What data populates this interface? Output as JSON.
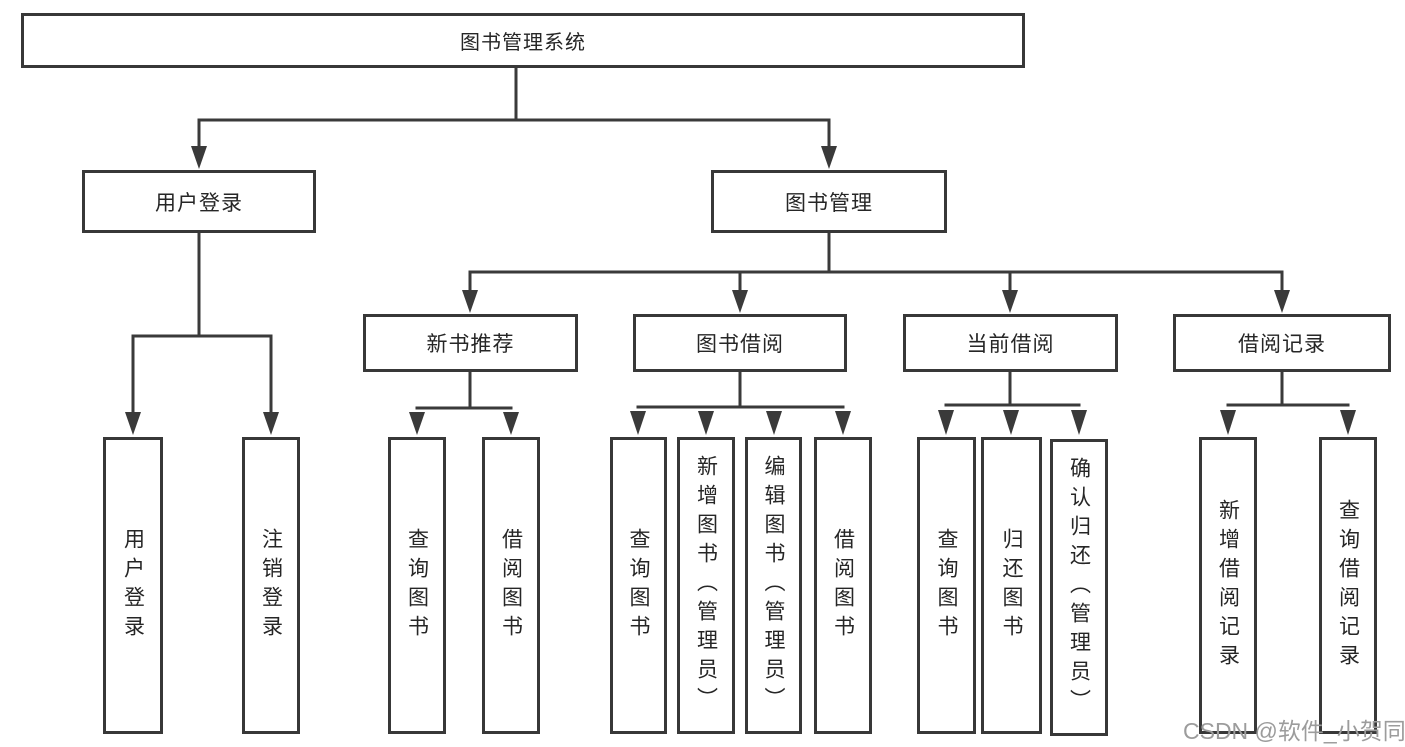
{
  "diagram_type": "tree",
  "nodes": {
    "root": "图书管理系统",
    "user_login": "用户登录",
    "book_management": "图书管理",
    "new_book_recommend": "新书推荐",
    "book_borrow": "图书借阅",
    "current_borrow": "当前借阅",
    "borrow_records": "借阅记录",
    "leaf_user_login": "用户登录",
    "leaf_logout": "注销登录",
    "nb_query_books": "查询图书",
    "nb_borrow_books": "借阅图书",
    "bb_query_books": "查询图书",
    "bb_add_books": "新增图书（管理员）",
    "bb_edit_books": "编辑图书（管理员）",
    "bb_borrow_books": "借阅图书",
    "cb_query_books": "查询图书",
    "cb_return_books": "归还图书",
    "cb_confirm_return": "确认归还（管理员）",
    "br_add_record": "新增借阅记录",
    "br_query_record": "查询借阅记录"
  },
  "hierarchy": {
    "图书管理系统": {
      "用户登录": [
        "用户登录",
        "注销登录"
      ],
      "图书管理": {
        "新书推荐": [
          "查询图书",
          "借阅图书"
        ],
        "图书借阅": [
          "查询图书",
          "新增图书（管理员）",
          "编辑图书（管理员）",
          "借阅图书"
        ],
        "当前借阅": [
          "查询图书",
          "归还图书",
          "确认归还（管理员）"
        ],
        "借阅记录": [
          "新增借阅记录",
          "查询借阅记录"
        ]
      }
    }
  },
  "watermark": "CSDN @软件_小贺同学",
  "colors": {
    "background": "#ffffff",
    "line": "#3a3a3a",
    "box_border": "#383838",
    "text": "#262626",
    "watermark": "#9c9c9c"
  }
}
